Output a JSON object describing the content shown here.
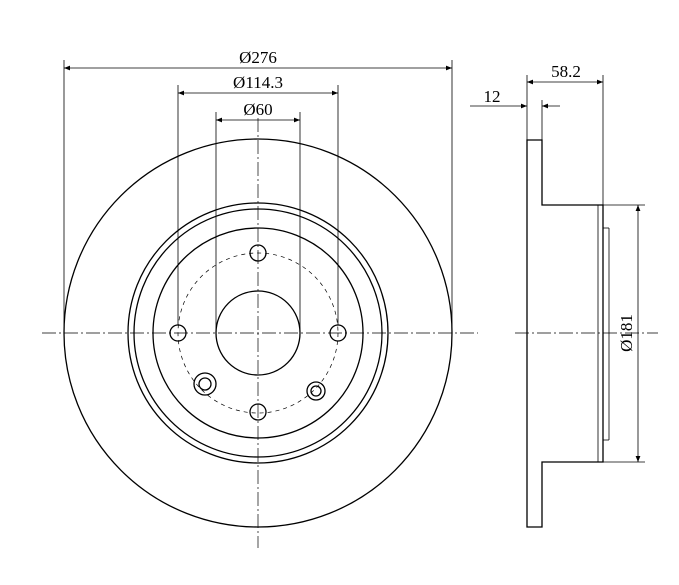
{
  "dimensions": {
    "outer_diameter": "Ø276",
    "bolt_circle": "Ø114.3",
    "center_bore": "Ø60",
    "total_height": "58.2",
    "disc_thickness": "12",
    "hat_diameter": "Ø181"
  },
  "colors": {
    "line": "#000000",
    "background": "#ffffff"
  }
}
